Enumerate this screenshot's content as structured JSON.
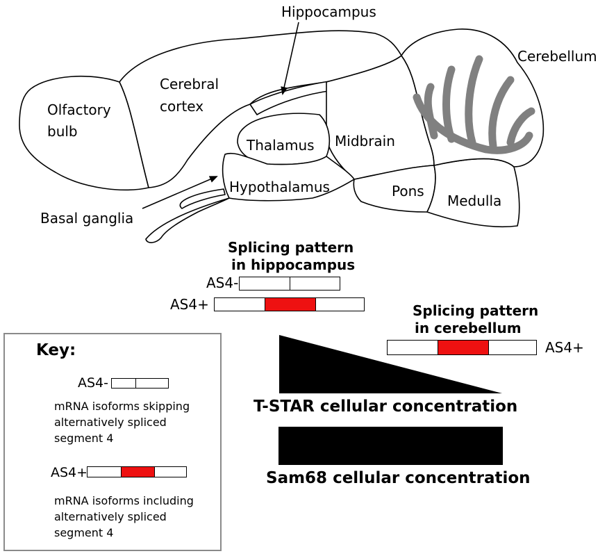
{
  "brain": {
    "regions": [
      "Olfactory bulb",
      "Cerebral cortex",
      "Hippocampus",
      "Thalamus",
      "Midbrain",
      "Cerebellum",
      "Hypothalamus",
      "Pons",
      "Medulla",
      "Basal ganglia"
    ],
    "olfactory_line1": "Olfactory",
    "olfactory_line2": "bulb",
    "cortex_line1": "Cerebral",
    "cortex_line2": "cortex",
    "hippocampus": "Hippocampus",
    "thalamus": "Thalamus",
    "midbrain": "Midbrain",
    "cerebellum": "Cerebellum",
    "hypothalamus": "Hypothalamus",
    "pons": "Pons",
    "medulla": "Medulla",
    "basal_ganglia": "Basal ganglia",
    "cerebellum_fill": "#808080"
  },
  "hippocampus_pattern": {
    "title_line1": "Splicing pattern",
    "title_line2": "in hippocampus",
    "as4_minus": "AS4-",
    "as4_plus": "AS4+"
  },
  "cerebellum_pattern": {
    "title_line1": "Splicing pattern",
    "title_line2": "in cerebellum",
    "as4_plus": "AS4+"
  },
  "tstar": {
    "label": "T-STAR cellular concentration",
    "relative_level_hippocampus": 1.0,
    "relative_level_cerebellum": 0.0
  },
  "sam68": {
    "label": "Sam68 cellular concentration",
    "relative_level_hippocampus": 1.0,
    "relative_level_cerebellum": 1.0
  },
  "key": {
    "title": "Key:",
    "as4_minus": "AS4-",
    "minus_desc_line1": "mRNA isoforms skipping",
    "minus_desc_line2": "alternatively spliced",
    "minus_desc_line3": "segment 4",
    "as4_plus": "AS4+",
    "plus_desc_line1": "mRNA isoforms including",
    "plus_desc_line2": "alternatively spliced",
    "plus_desc_line3": "segment 4"
  },
  "colors": {
    "exon_included": "#ee1111",
    "exon_plain": "#ffffff",
    "outline": "#000000",
    "key_border": "#8a8a8a"
  }
}
